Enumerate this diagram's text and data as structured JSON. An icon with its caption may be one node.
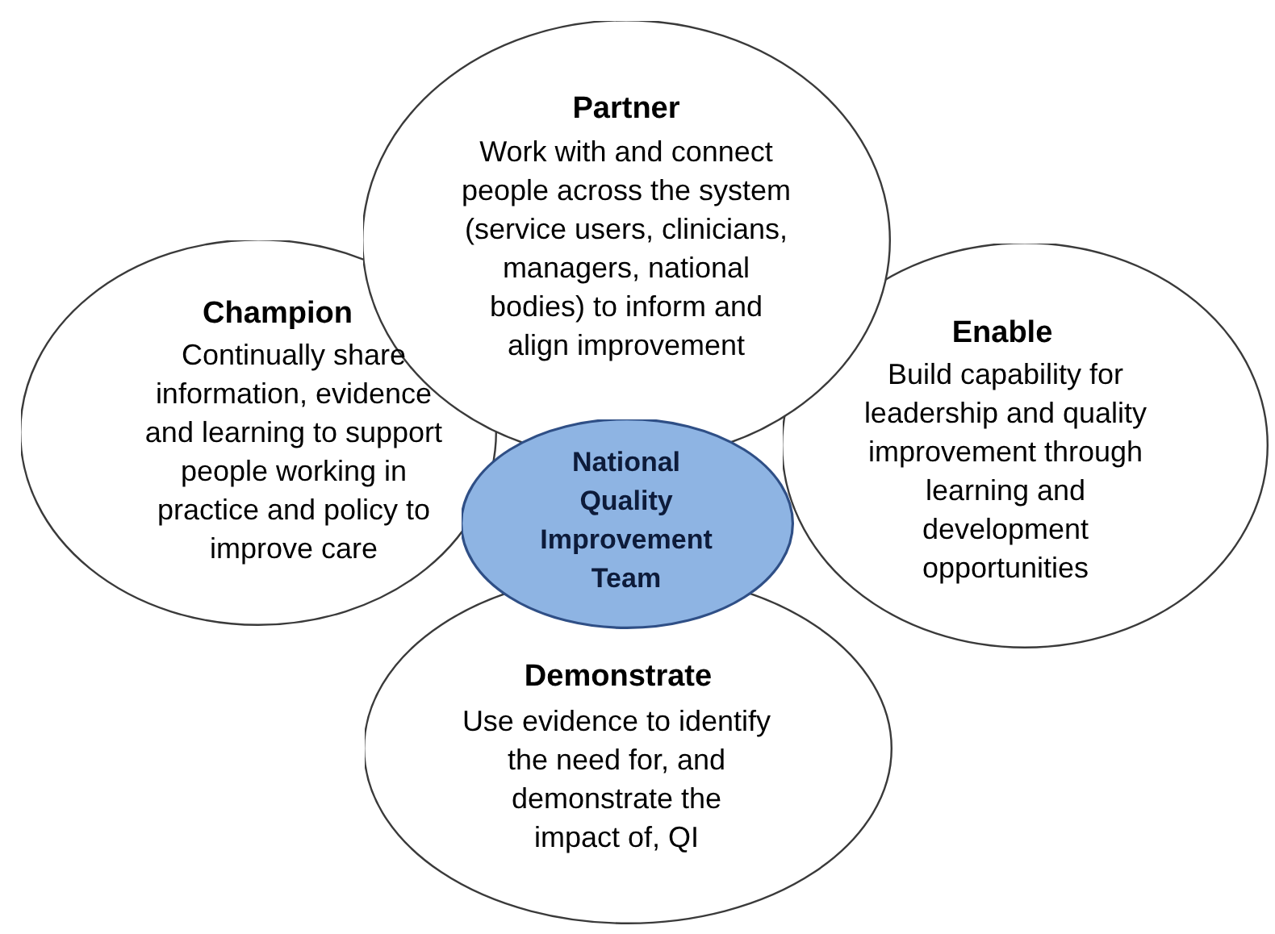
{
  "diagram": {
    "nodes": [
      {
        "text": [
          "Partner",
          "Work with and connect people across the system (service users, clinicians, managers, national bodies) to inform and align improvement"
        ]
      },
      {
        "text": [
          "Champion",
          "Continually share information, evidence and learning to support people working in practice and policy to improve care"
        ]
      },
      {
        "text": [
          "Enable",
          "Build capability for leadership and quality improvement through learning and development opportunities"
        ]
      },
      {
        "text": [
          "National Quality Improvement Team"
        ]
      },
      {
        "text": [
          "Demonstrate",
          "Use evidence to identify the need for, and demonstrate the impact of, QI"
        ]
      }
    ]
  }
}
